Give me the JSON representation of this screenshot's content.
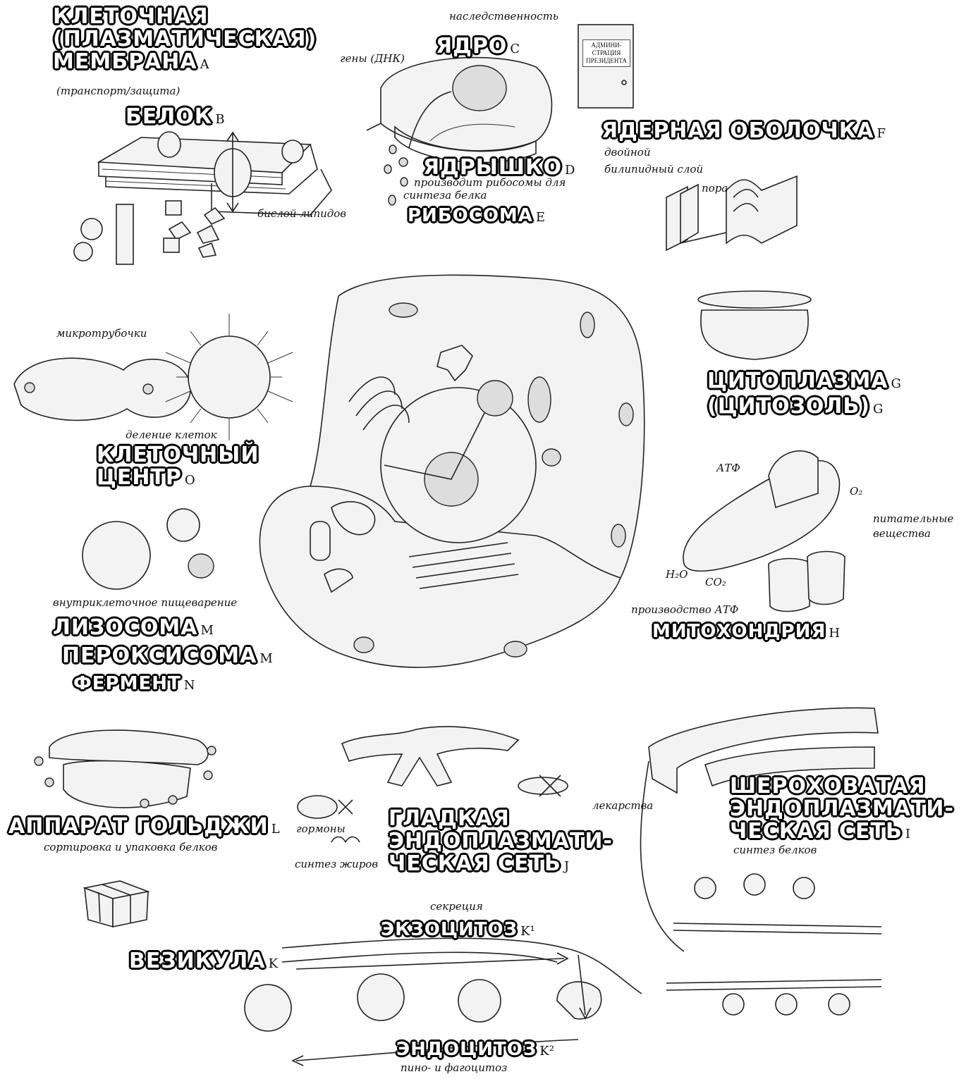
{
  "membrane": {
    "title": "КЛЕТОЧНАЯ (ПЛАЗМАТИЧЕСКАЯ) МЕМБРАНА",
    "line1": "КЛЕТОЧНАЯ",
    "line2": "(ПЛАЗМАТИЧЕСКАЯ)",
    "line3": "МЕМБРАНА",
    "letter": "A",
    "note": "(транспорт/защита)"
  },
  "protein": {
    "title": "БЕЛОК",
    "letter": "B",
    "note": "бислой липидов"
  },
  "nucleus": {
    "title": "ЯДРО",
    "letter": "C",
    "note_top": "наследственность",
    "note_genes": "гены (ДНК)"
  },
  "president": {
    "line1": "АДМИНИ-",
    "line2": "СТРАЦИЯ",
    "line3": "ПРЕЗИДЕНТА"
  },
  "envelope": {
    "title": "ЯДЕРНАЯ ОБОЛОЧКА",
    "letter": "F",
    "note1": "двойной",
    "note2": "билипидный слой",
    "pore": "пора"
  },
  "nucleolus": {
    "title": "ЯДРЫШКО",
    "letter": "D",
    "note1": "производит рибосомы для",
    "note2": "синтеза белка"
  },
  "ribosome": {
    "title": "РИБОСОМА",
    "letter": "E"
  },
  "centrosome": {
    "line1": "КЛЕТОЧНЫЙ",
    "line2": "ЦЕНТР",
    "letter": "O",
    "note_top": "микротрубочки",
    "note_bottom": "деление клеток"
  },
  "cytoplasm": {
    "line1": "ЦИТОПЛАЗМА",
    "line2": "(ЦИТОЗОЛЬ)",
    "letter1": "G",
    "letter2": "G"
  },
  "mitochondrion": {
    "title": "МИТОХОНДРИЯ",
    "letter": "H",
    "atp": "АТФ",
    "nutrients1": "питательные",
    "nutrients2": "вещества",
    "production": "производство АТФ",
    "h2o": "H₂O",
    "co2": "CO₂",
    "o2": "O₂"
  },
  "lysosome": {
    "title": "ЛИЗОСОМА",
    "letter": "M",
    "note": "внутриклеточное пищеварение"
  },
  "peroxisome": {
    "title": "ПЕРОКСИСОМА",
    "letter": "M"
  },
  "enzyme": {
    "title": "ФЕРМЕНТ",
    "letter": "N"
  },
  "golgi": {
    "title": "АППАРАТ ГОЛЬДЖИ",
    "letter": "L",
    "note": "сортировка и упаковка белков"
  },
  "smooth_er": {
    "line1": "ГЛАДКАЯ",
    "line2": "ЭНДОПЛАЗМАТИ-",
    "line3": "ЧЕСКАЯ СЕТЬ",
    "letter": "J",
    "hormones": "гормоны",
    "fats": "синтез жиров",
    "drugs": "лекарства"
  },
  "rough_er": {
    "line1": "ШЕРОХОВАТАЯ",
    "line2": "ЭНДОПЛАЗМАТИ-",
    "line3": "ЧЕСКАЯ СЕТЬ",
    "letter": "I",
    "note": "синтез белков"
  },
  "vesicle": {
    "title": "ВЕЗИКУЛА",
    "letter": "K"
  },
  "exocytosis": {
    "title": "ЭКЗОЦИТОЗ",
    "letter": "K¹",
    "note": "секреция"
  },
  "endocytosis": {
    "title": "ЭНДОЦИТОЗ",
    "letter": "K²",
    "note": "пино- и фагоцитоз"
  }
}
